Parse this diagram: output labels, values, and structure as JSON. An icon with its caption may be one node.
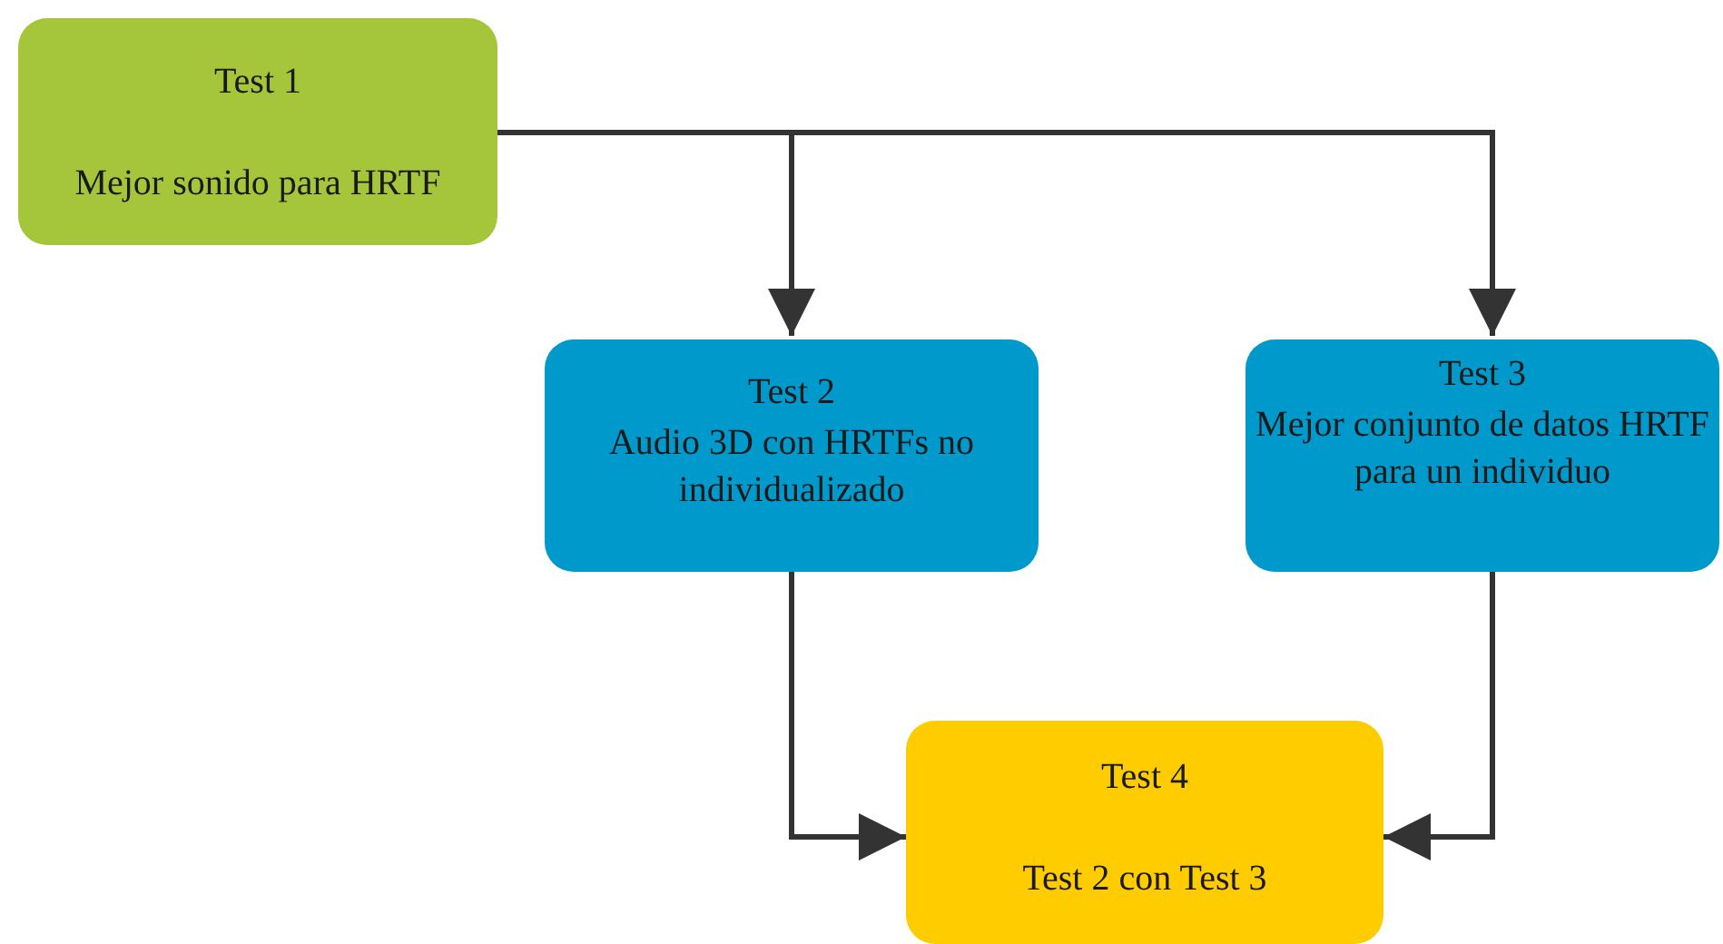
{
  "diagram": {
    "nodes": [
      {
        "text": [
          "Test 1",
          "Mejor sonido para HRTF"
        ]
      },
      {
        "text": [
          "Test 2",
          "Audio 3D con HRTFs no individualizado"
        ]
      },
      {
        "text": [
          "Test 3",
          "Mejor conjunto de datos HRTF para un individuo"
        ]
      },
      {
        "text": [
          "Test 4",
          "Test 2 con Test 3"
        ]
      }
    ],
    "edges": [
      {
        "from": 0,
        "to": 1,
        "arrow": "to"
      },
      {
        "from": 0,
        "to": 2,
        "arrow": "to"
      },
      {
        "from": 1,
        "to": 3,
        "arrow": "to"
      },
      {
        "from": 2,
        "to": 3,
        "arrow": "to"
      }
    ]
  }
}
